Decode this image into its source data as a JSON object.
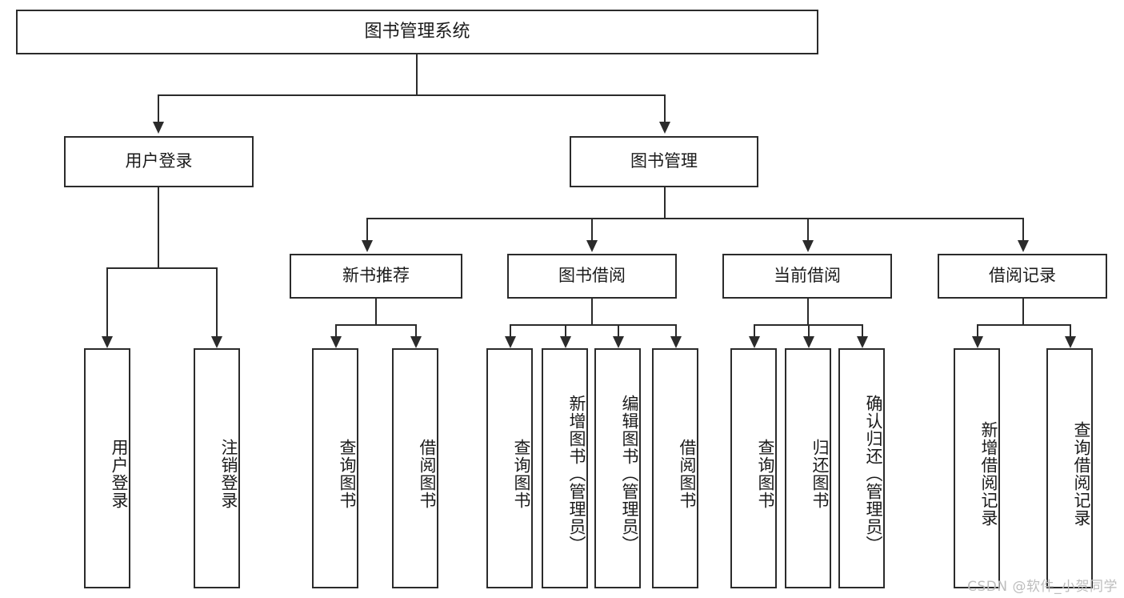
{
  "diagram": {
    "title": "图书管理系统",
    "type": "tree",
    "root": {
      "id": "root",
      "label": "图书管理系统"
    },
    "level2": [
      {
        "id": "user-login",
        "label": "用户登录"
      },
      {
        "id": "book-manage",
        "label": "图书管理"
      }
    ],
    "level3": [
      {
        "id": "new-book-recommend",
        "label": "新书推荐",
        "parent": "book-manage"
      },
      {
        "id": "book-borrow",
        "label": "图书借阅",
        "parent": "book-manage"
      },
      {
        "id": "current-borrow",
        "label": "当前借阅",
        "parent": "book-manage"
      },
      {
        "id": "borrow-record",
        "label": "借阅记录",
        "parent": "book-manage"
      }
    ],
    "leaves": [
      {
        "id": "leaf-user-login",
        "label": "用户登录",
        "parent": "user-login"
      },
      {
        "id": "leaf-user-logout",
        "label": "注销登录",
        "parent": "user-login"
      },
      {
        "id": "leaf-query-book-1",
        "label": "查询图书",
        "parent": "new-book-recommend"
      },
      {
        "id": "leaf-borrow-book-1",
        "label": "借阅图书",
        "parent": "new-book-recommend"
      },
      {
        "id": "leaf-query-book-2",
        "label": "查询图书",
        "parent": "book-borrow"
      },
      {
        "id": "leaf-add-book",
        "label": "新增图书（管理员）",
        "parent": "book-borrow"
      },
      {
        "id": "leaf-edit-book",
        "label": "编辑图书（管理员）",
        "parent": "book-borrow"
      },
      {
        "id": "leaf-borrow-book-2",
        "label": "借阅图书",
        "parent": "book-borrow"
      },
      {
        "id": "leaf-query-book-3",
        "label": "查询图书",
        "parent": "current-borrow"
      },
      {
        "id": "leaf-return-book",
        "label": "归还图书",
        "parent": "current-borrow"
      },
      {
        "id": "leaf-confirm-return",
        "label": "确认归还（管理员）",
        "parent": "current-borrow"
      },
      {
        "id": "leaf-add-record",
        "label": "新增借阅记录",
        "parent": "borrow-record"
      },
      {
        "id": "leaf-query-record",
        "label": "查询借阅记录",
        "parent": "borrow-record"
      }
    ],
    "colors": {
      "stroke": "#2b2b2b",
      "fill": "#ffffff",
      "text": "#1b1b1b",
      "watermark": "#bdbdbd"
    }
  },
  "watermark": {
    "text": "CSDN @软件_小贺同学"
  }
}
